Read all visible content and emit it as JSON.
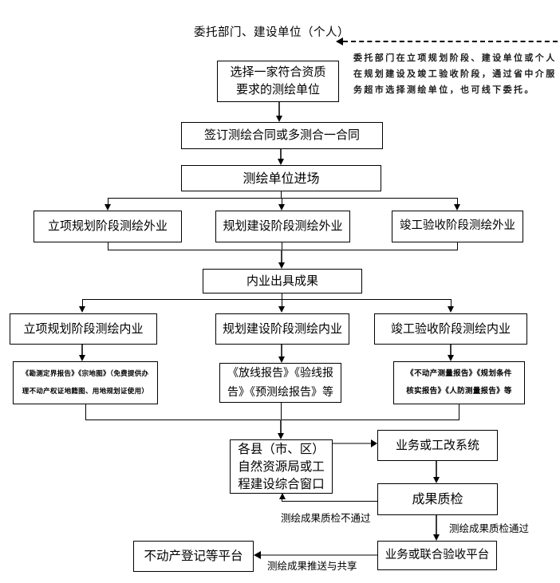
{
  "title": "委托部门、建设单位（个人）",
  "note": {
    "text": "委托部门在立项规划阶段、建设单位或个人\n在规划建设及竣工验收阶段，通过省中介服\n务超市选择测绘单位，也可线下委托。"
  },
  "boxes": {
    "select_unit": "选择一家符合资质\n要求的测绘单位",
    "sign_contract": "签订测绘合同或多测合一合同",
    "enter_site": "测绘单位进场",
    "field_planning": "立项规划阶段测绘外业",
    "field_construction": "规划建设阶段测绘外业",
    "field_acceptance": "竣工验收阶段测绘外业",
    "office_results": "内业出具成果",
    "office_planning": "立项规划阶段测绘内业",
    "office_construction": "规划建设阶段测绘内业",
    "office_acceptance": "竣工验收阶段测绘内业",
    "docs_planning": "《勘测定界报告》《宗地图》（免费提供办\n理不动产权证地籍图、用地规划证使用）",
    "docs_construction": "《放线报告》《验线报\n告》《预测绘报告》等",
    "docs_acceptance": "《不动产测量报告》《规划条件\n核实报告》《人防测量报告》等",
    "county_window": "各县（市、区）\n自然资源局或工\n程建设综合窗口",
    "work_reform_system": "业务或工改系统",
    "quality_check": "成果质检",
    "joint_acceptance_platform": "业务或联合验收平台",
    "real_estate_platform": "不动产登记等平台"
  },
  "labels": {
    "qc_fail": "测绘成果质检不通过",
    "qc_pass": "测绘成果质检通过",
    "share": "测绘成果推送与共享"
  },
  "colors": {
    "line": "#000000",
    "gray_arrow": "#808080",
    "background": "#ffffff"
  }
}
